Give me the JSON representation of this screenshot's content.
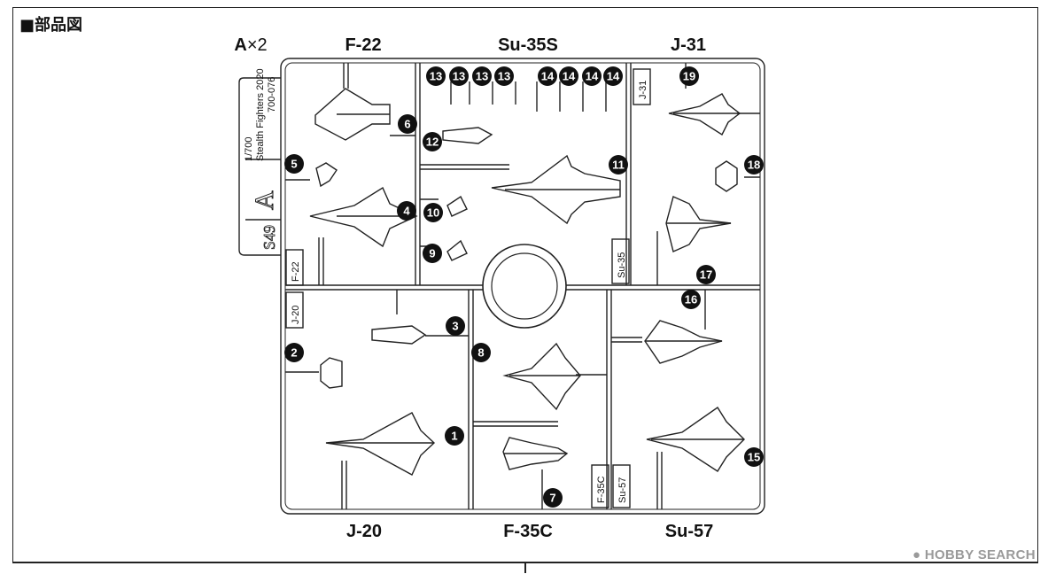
{
  "section_title": "■部品図",
  "sprue_letter": "A",
  "sprue_count": "×2",
  "aircraft_labels": {
    "f22_top": "F-22",
    "su35s_top": "Su-35S",
    "j31_top": "J-31",
    "j20_bottom": "J-20",
    "f35c_bottom": "F-35C",
    "su57_bottom": "Su-57"
  },
  "tab": {
    "scale": "1/700",
    "title": "Stealth Fighters 2020",
    "code": "700-076",
    "letter": "A",
    "sub": "S49"
  },
  "sprue_tags": {
    "f22": "F-22",
    "j20": "J-20",
    "j31": "J-31",
    "su35": "Su-35",
    "f35c": "F-35C",
    "su57": "Su-57"
  },
  "part_numbers": [
    "13",
    "13",
    "13",
    "13",
    "14",
    "14",
    "14",
    "14",
    "19",
    "6",
    "12",
    "5",
    "11",
    "18",
    "4",
    "10",
    "9",
    "17",
    "16",
    "3",
    "2",
    "8",
    "1",
    "15",
    "7"
  ],
  "watermark": "HOBBY SEARCH"
}
